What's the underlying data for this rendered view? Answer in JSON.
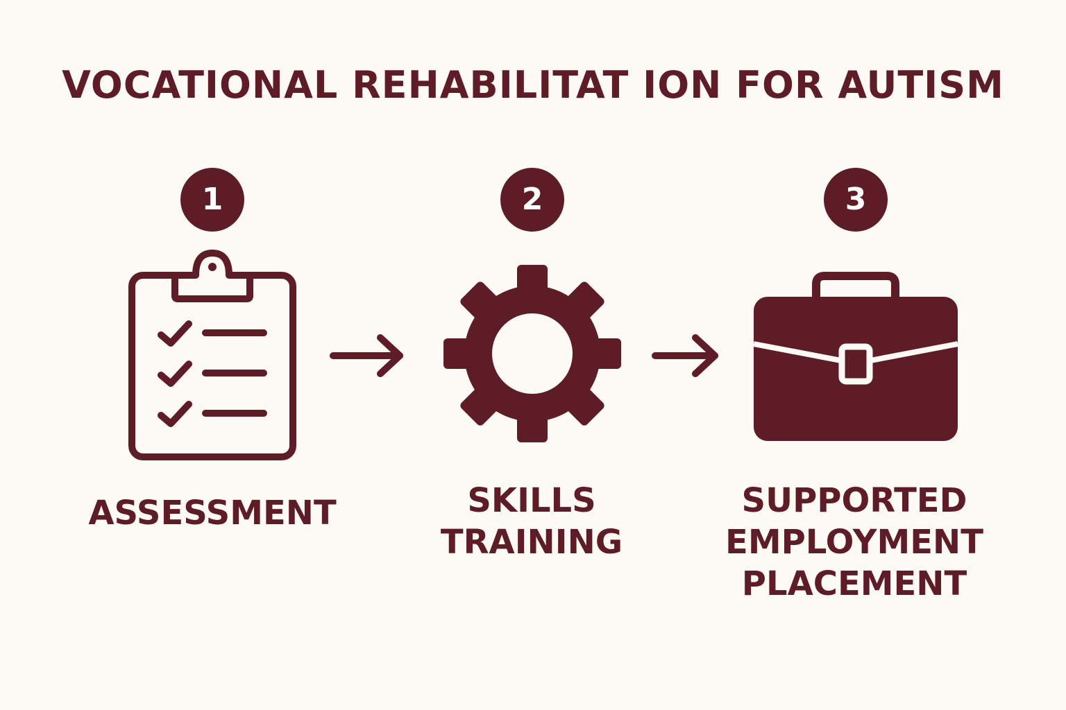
{
  "title": "VOCATIONAL REHABILITAT ION FOR AUTISM",
  "accent_color": "#5e1c26",
  "background_color": "#fdfaf5",
  "steps": [
    {
      "number": "1",
      "icon": "clipboard-checklist-icon",
      "label_lines": [
        "ASSESSMENT"
      ]
    },
    {
      "number": "2",
      "icon": "gear-icon",
      "label_lines": [
        "SKILLS",
        "TRAINING"
      ]
    },
    {
      "number": "3",
      "icon": "briefcase-icon",
      "label_lines": [
        "SUPPORTED",
        "EMPLOYMENT",
        "PLACEMENT"
      ]
    }
  ],
  "connectors": [
    "arrow-right-icon",
    "arrow-right-icon"
  ]
}
